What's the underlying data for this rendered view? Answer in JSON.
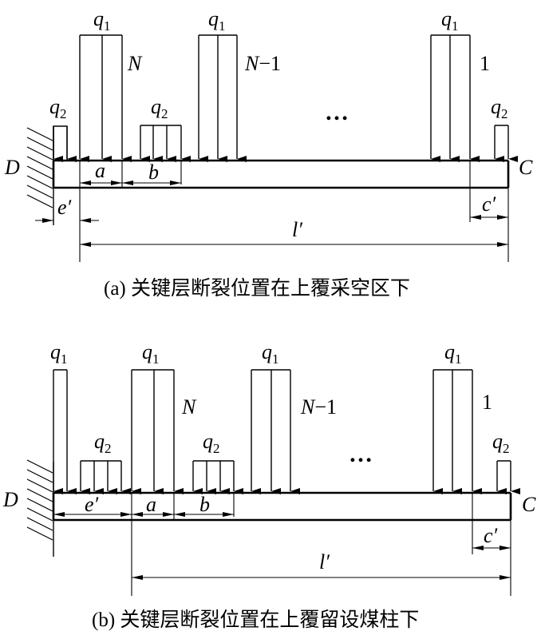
{
  "figure": {
    "panels": [
      {
        "id": "a",
        "caption": "(a)  关键层断裂位置在上覆采空区下",
        "labels": {
          "left_support": "D",
          "right_end": "C",
          "q1": "q",
          "q1_sub": "1",
          "q2": "q",
          "q2_sub": "2",
          "group_N": "N",
          "group_N1_italic": "N",
          "group_N1_rest": "−1",
          "group_1": "1",
          "ellipsis": "…",
          "dim_a": "a",
          "dim_b": "b",
          "dim_e": "e′",
          "dim_c": "c′",
          "dim_l": "l′"
        }
      },
      {
        "id": "b",
        "caption": "(b)  关键层断裂位置在上覆留设煤柱下",
        "labels": {
          "left_support": "D",
          "right_end": "C",
          "q1": "q",
          "q1_sub": "1",
          "q2": "q",
          "q2_sub": "2",
          "group_N": "N",
          "group_N1_italic": "N",
          "group_N1_rest": "−1",
          "group_1": "1",
          "ellipsis": "…",
          "dim_a": "a",
          "dim_b": "b",
          "dim_e": "e′",
          "dim_c": "c′",
          "dim_l": "l′"
        }
      }
    ]
  }
}
